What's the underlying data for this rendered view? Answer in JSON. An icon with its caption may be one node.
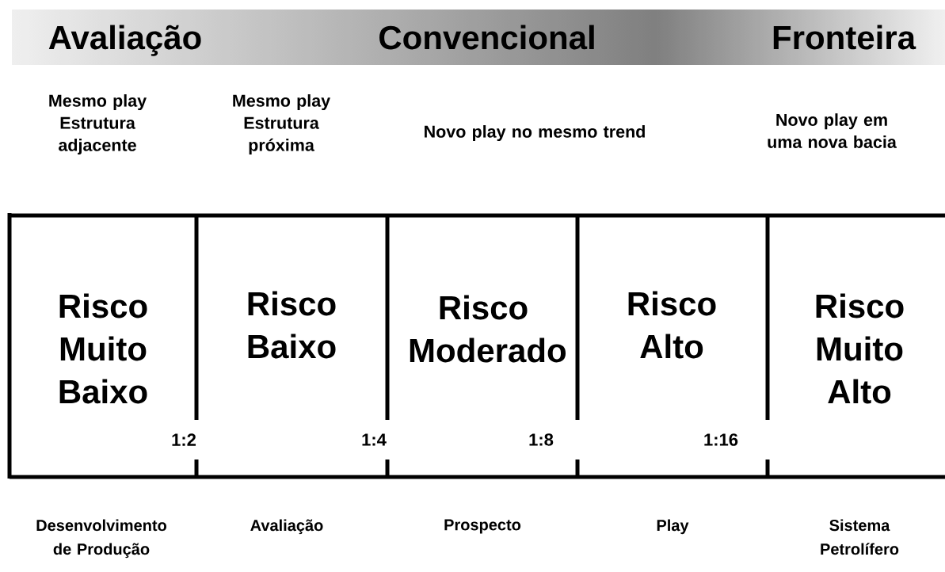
{
  "diagram": {
    "nodes": [
      {
        "text": [
          "Avaliação",
          "Convencional",
          "Fronteira"
        ]
      },
      {
        "text": [
          "Risco Muito Baixo"
        ],
        "beside": [
          "Desenvolvimento de Produção"
        ]
      },
      {
        "text": [
          "Risco Baixo"
        ],
        "beside": [
          "Avaliação"
        ]
      },
      {
        "text": [
          "Risco Moderado"
        ],
        "beside": [
          "Prospecto"
        ]
      },
      {
        "text": [
          "Risco Alto"
        ],
        "beside": [
          "Play"
        ]
      },
      {
        "text": [
          "Risco Muito Alto"
        ],
        "beside": [
          "Sistema Petrolífero"
        ]
      }
    ],
    "edges": [],
    "labels": [
      "Mesmo play Estrutura adjacente",
      "Mesmo play Estrutura próxima",
      "Novo play no mesmo trend",
      "Novo play em uma nova bacia",
      "1:2",
      "1:4",
      "1:8",
      "1:16"
    ]
  }
}
